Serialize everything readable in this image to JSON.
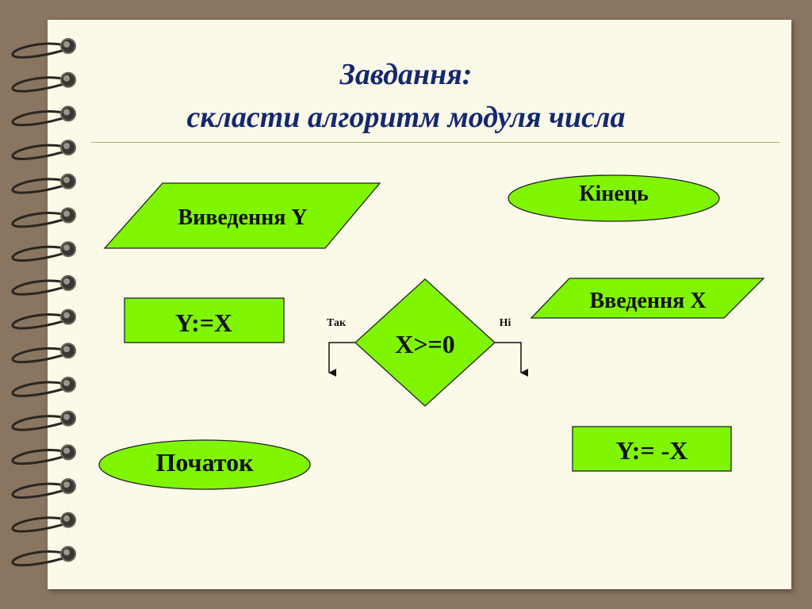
{
  "title": {
    "line1": "Завдання:",
    "line2": "скласти алгоритм модуля числа"
  },
  "blocks": {
    "output_y": "Виведення Y",
    "end": "Кінець",
    "assign_y_x": "Y:=X",
    "condition": "X>=0",
    "yes_label": "Так",
    "no_label": "Ні",
    "input_x": "Введення X",
    "start": "Початок",
    "assign_y_neg_x": "Y:= -X"
  },
  "colors": {
    "block_fill": "#80f500",
    "title_color": "#14286e",
    "paper": "#fbf9e8",
    "background": "#8a7560"
  }
}
